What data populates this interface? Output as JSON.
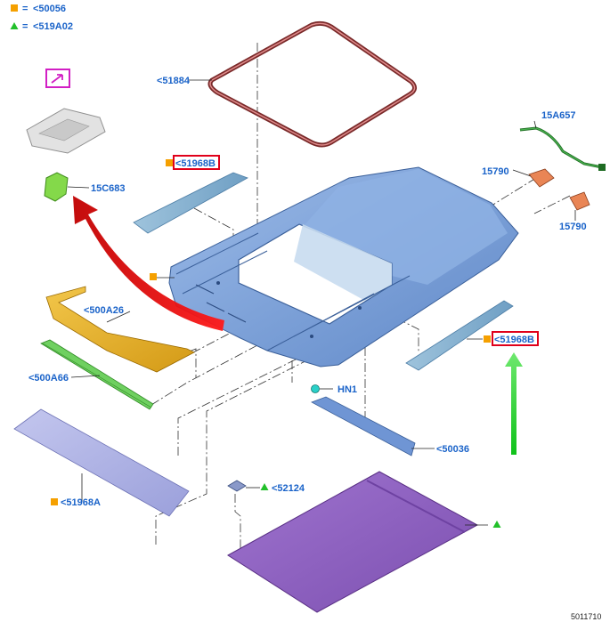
{
  "legend": {
    "square_code": "<50056",
    "triangle_code": "<519A02",
    "equals": "="
  },
  "parts": {
    "seal": "<51884",
    "reinf_left": "<51968B",
    "reinf_right": "<51968B",
    "wiring": "15A657",
    "lamp_a": "15790",
    "lamp_b": "15790",
    "console": "15C683",
    "bow_front": "<500A26",
    "bracket": "<500A66",
    "nut": "HN1",
    "panel_mid": "<50036",
    "panel_lower": "<51968A",
    "clip": "<52124"
  },
  "doc_number": "5011710",
  "colors": {
    "label_blue": "#1a63c9",
    "square_orange": "#f5a000",
    "triangle_green": "#22c02a",
    "highlight_red": "#e0001a",
    "console_magenta": "#d21fc4",
    "roof_blue": "#7fa6dc",
    "headliner_purple": "#9a68c4"
  }
}
